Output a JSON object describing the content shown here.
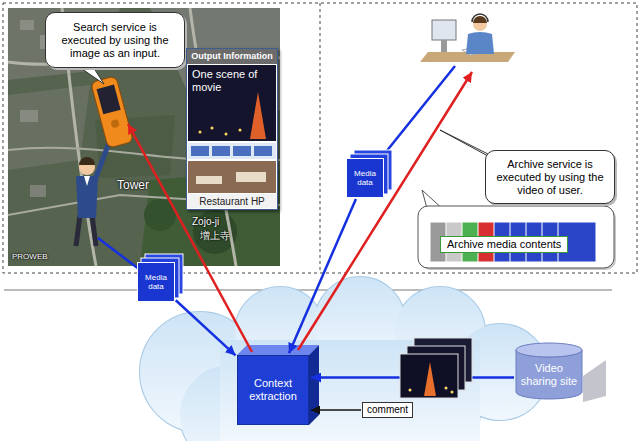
{
  "diagram": {
    "nodes": [
      {
        "text": [
          "Search service is executed by using the image as an input."
        ]
      },
      {
        "text": [
          "Output Information",
          "One scene of movie",
          "Restaurant HP"
        ]
      },
      {
        "text": [
          "Media data"
        ]
      },
      {
        "text": [
          "Media data"
        ]
      },
      {
        "text": [
          "Archive service is executed by using the video of user."
        ]
      },
      {
        "text": [
          "Archive media contents"
        ]
      },
      {
        "text": [
          "Context extraction"
        ]
      },
      {
        "text": [
          "comment"
        ]
      },
      {
        "text": [
          "Video sharing site"
        ]
      }
    ],
    "edges": [
      {
        "from": 2,
        "to": 6,
        "arrow": "to"
      },
      {
        "from": 3,
        "to": 6,
        "arrow": "to"
      },
      {
        "from": 8,
        "to": 6,
        "arrow": "to"
      },
      {
        "from": 7,
        "to": 6,
        "arrow": "to"
      }
    ],
    "labels": [
      "Tower",
      "Zojo-ji",
      "増上寺",
      "PROWEB"
    ]
  }
}
